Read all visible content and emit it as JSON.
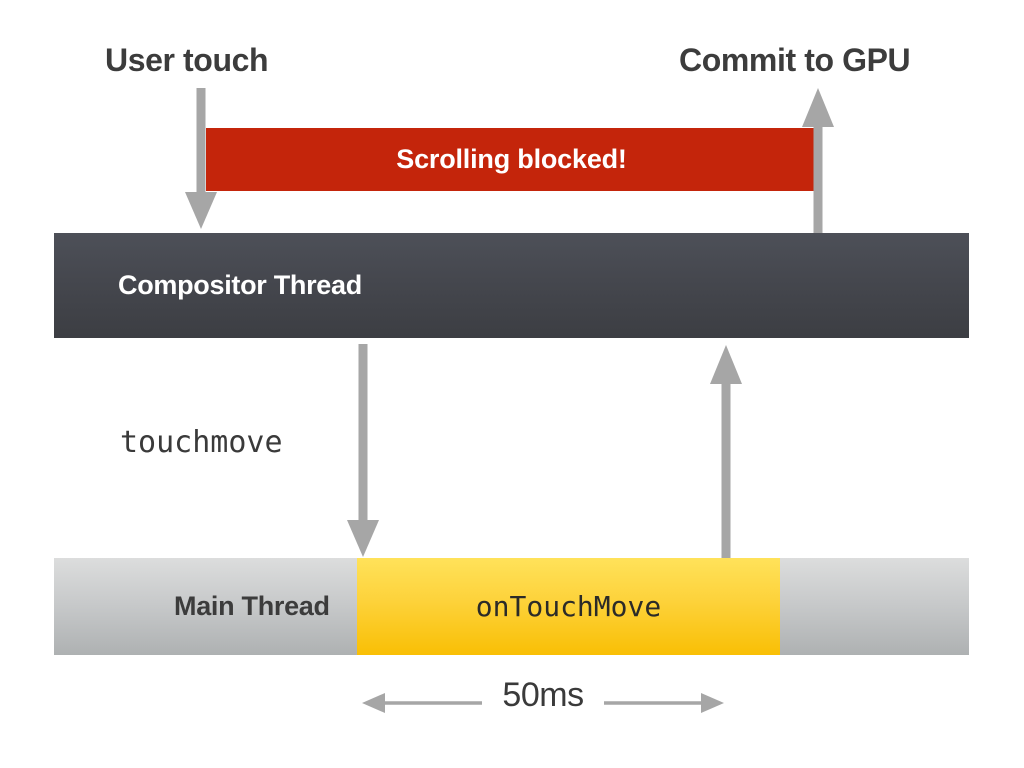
{
  "diagram": {
    "title_labels": {
      "user_touch": "User touch",
      "commit_to_gpu": "Commit to GPU"
    },
    "blocked_bar": {
      "label": "Scrolling blocked!",
      "color": "#c4250b",
      "text_color": "#ffffff"
    },
    "compositor_thread": {
      "label": "Compositor Thread",
      "color_top": "#4d5058",
      "color_bottom": "#3c3e43",
      "text_color": "#ffffff"
    },
    "event_label": "touchmove",
    "main_thread": {
      "label": "Main Thread",
      "color_top": "#dcdddd",
      "color_bottom": "#aeb1b2",
      "text_color": "#3c3c3c"
    },
    "handler_block": {
      "label": "onTouchMove",
      "color_top": "#ffe25a",
      "color_bottom": "#f9bf05",
      "text_color": "#2b2b28"
    },
    "duration": {
      "label": "50ms",
      "text_color": "#3a3a3a"
    },
    "arrow_color": "#a6a6a6",
    "arrows": {
      "user_touch_down": "arrow-down-icon",
      "commit_gpu_up": "arrow-up-icon",
      "touchmove_down": "arrow-down-icon",
      "return_up": "arrow-up-icon",
      "duration_left": "arrow-left-icon",
      "duration_right": "arrow-right-icon"
    }
  }
}
